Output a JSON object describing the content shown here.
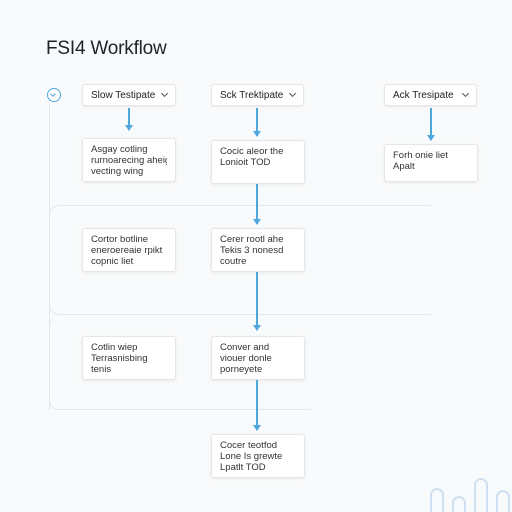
{
  "app": {
    "title": "FSI4 Workflow"
  },
  "columns": [
    {
      "selector_label": "Slow Testipate",
      "nodes": [
        [
          "Asgay cotling",
          "rurnoarecing aheig",
          "vecting wing"
        ],
        [
          "Cortor botline",
          "eneroereaie rpikt",
          "copnic liet"
        ],
        [
          "Cotlin wiep",
          "Terrasnisbing",
          "tenis"
        ]
      ]
    },
    {
      "selector_label": "Sck Trektipate",
      "nodes": [
        [
          "Cocic aleor the",
          "Lonioit TOD"
        ],
        [
          "Cerer rootl ahe",
          "Tekis 3 nonesd",
          "coutre"
        ],
        [
          "Conver and",
          "viouer donle",
          "porneyete"
        ],
        [
          "Cocer teotfod",
          "Lone Is grewte",
          "Lpatlt TOD"
        ]
      ]
    },
    {
      "selector_label": "Ack Tresipate",
      "nodes": [
        [
          "Forh onie liet",
          "Apalt"
        ]
      ]
    }
  ],
  "colors": {
    "accent": "#4ea8de",
    "border": "#e3e6ea",
    "background": "#f9fafb"
  },
  "icons": {
    "home": "circle-chevron-icon",
    "dropdown": "chevron-down-icon"
  }
}
